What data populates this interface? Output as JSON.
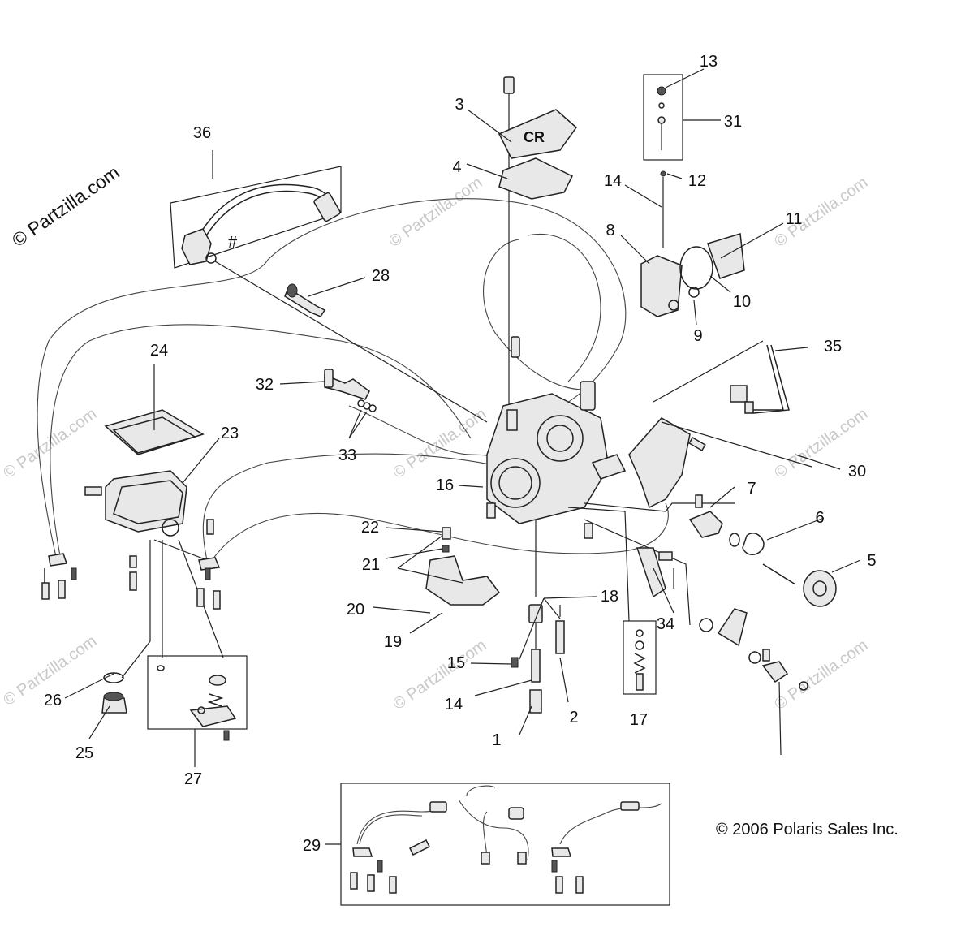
{
  "watermark": {
    "brand": "© Partzilla.com",
    "faint": "© Partzilla.com"
  },
  "copyright": "© 2006 Polaris Sales Inc.",
  "hash_mark": "#",
  "callouts": [
    "1",
    "2",
    "3",
    "4",
    "5",
    "6",
    "7",
    "8",
    "9",
    "10",
    "11",
    "12",
    "13",
    "14",
    "14",
    "15",
    "16",
    "17",
    "18",
    "19",
    "20",
    "21",
    "22",
    "23",
    "24",
    "25",
    "26",
    "27",
    "28",
    "29",
    "30",
    "31",
    "32",
    "33",
    "34",
    "35",
    "36"
  ]
}
